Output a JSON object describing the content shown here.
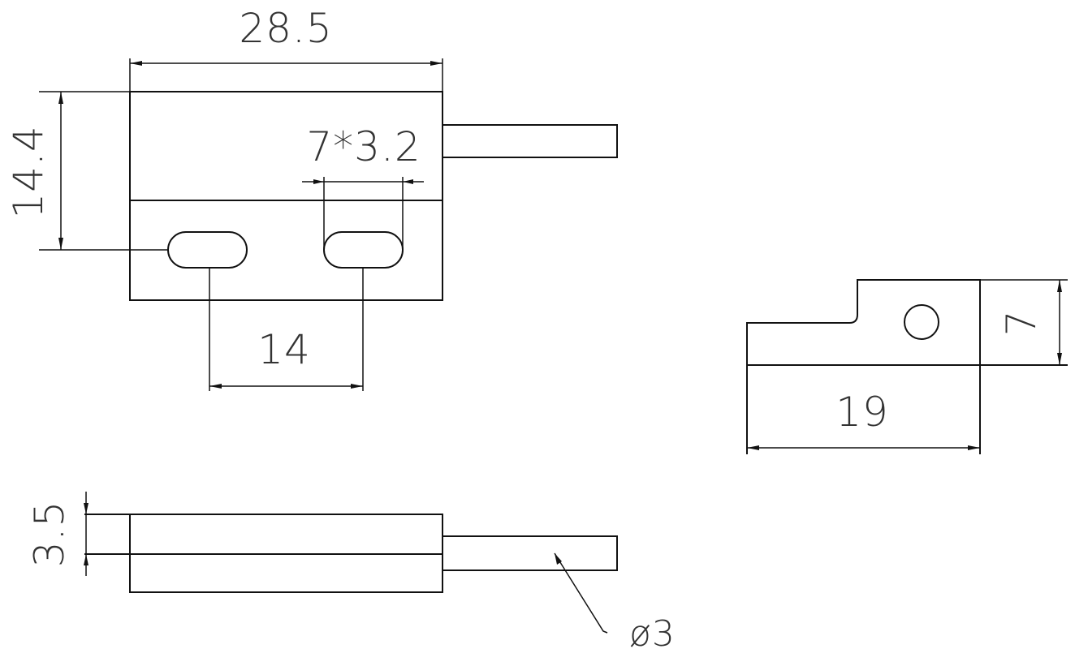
{
  "drawing": {
    "top_view": {
      "width_dim": "28.5",
      "height_dim": "14.4",
      "slot_dim": "7*3.2",
      "slot_spacing_dim": "14"
    },
    "side_view": {
      "width_dim": "19",
      "height_dim": "7"
    },
    "front_view": {
      "thickness_dim": "3.5",
      "cable_diameter_dim": "ø3"
    }
  }
}
